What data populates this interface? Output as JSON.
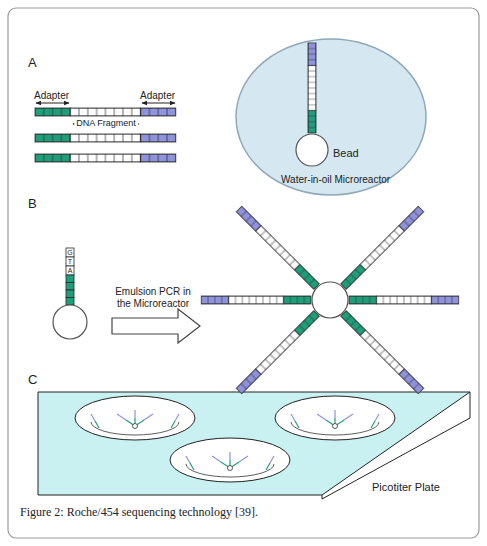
{
  "diagram": {
    "caption": "Figure 2: Roche/454 sequencing technology [39].",
    "nodes": [
      {
        "text": [
          "Water-in-oil Microreactor"
        ]
      },
      {
        "text": [
          "Bead"
        ],
        "in": 0
      },
      {
        "text": [
          "Picotiter Plate"
        ]
      }
    ],
    "labels": [
      "A",
      "Adapter",
      "Adapter",
      "DNA Fragment",
      "B",
      "G",
      "T",
      "A",
      "Emulsion PCR in the Microreactor",
      "C"
    ]
  }
}
